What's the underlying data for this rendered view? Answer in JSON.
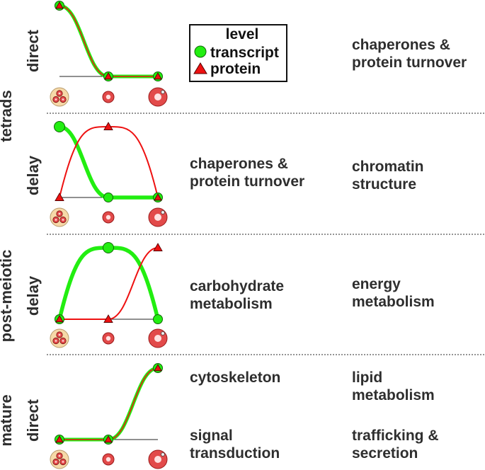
{
  "side_labels": {
    "tetrads": "tetrads",
    "post_meiotic": "post-meiotic",
    "mature": "mature"
  },
  "legend": {
    "title": "level",
    "transcript": "transcript",
    "protein": "protein",
    "transcript_color": "#22ee11",
    "protein_color": "#ee1111"
  },
  "panels": [
    {
      "row_label": "direct",
      "transcript_levels": [
        1,
        0,
        0
      ],
      "protein_levels": [
        1,
        0,
        0
      ],
      "categories": [
        {
          "lines": [
            "chaperones &",
            "protein turnover"
          ]
        }
      ]
    },
    {
      "row_label": "delay",
      "transcript_levels": [
        1,
        0,
        0
      ],
      "protein_levels": [
        0,
        1,
        0
      ],
      "categories": [
        {
          "lines": [
            "chaperones &",
            "protein turnover"
          ]
        },
        {
          "lines": [
            "chromatin",
            "structure"
          ]
        }
      ]
    },
    {
      "row_label": "delay",
      "transcript_levels": [
        0,
        1,
        0
      ],
      "protein_levels": [
        0,
        0,
        1
      ],
      "categories": [
        {
          "lines": [
            "carbohydrate",
            "metabolism"
          ]
        },
        {
          "lines": [
            "energy",
            "metabolism"
          ]
        }
      ]
    },
    {
      "row_label": "direct",
      "transcript_levels": [
        0,
        0,
        1
      ],
      "protein_levels": [
        0,
        0,
        1
      ],
      "categories": [
        {
          "lines": [
            "cytoskeleton"
          ]
        },
        {
          "lines": [
            "lipid",
            "metabolism"
          ]
        },
        {
          "lines": [
            "signal",
            "transduction"
          ]
        },
        {
          "lines": [
            "trafficking &",
            "secretion"
          ]
        }
      ]
    }
  ],
  "cell_icons": [
    "tetrad-cell-icon",
    "immature-pollen-icon",
    "mature-pollen-icon"
  ]
}
